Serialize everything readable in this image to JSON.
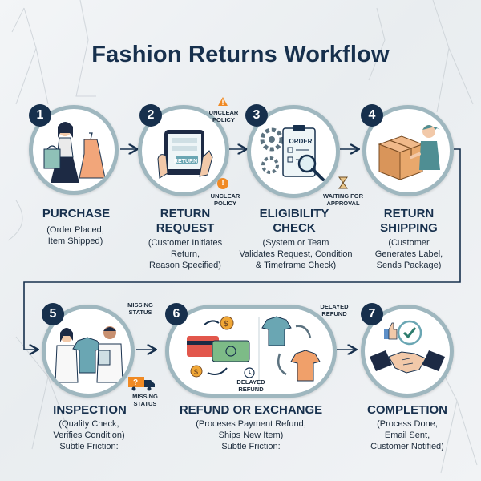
{
  "title": "Fashion Returns Workflow",
  "colors": {
    "navy": "#17304d",
    "ring": "#9fb7bf",
    "warning": "#f08a24",
    "check": "#2e7d6e"
  },
  "steps": [
    {
      "number": "1",
      "heading": "PURCHASE",
      "description": "(Order Placed,\nItem Shipped)"
    },
    {
      "number": "2",
      "heading": "RETURN\nREQUEST",
      "description": "(Customer Initiates\nReturn,\nReason Specified)",
      "screen_label": "RETURN",
      "notes": [
        "UNCLEAR\nPOLICY",
        "UNCLEAR\nPOLICY"
      ]
    },
    {
      "number": "3",
      "heading": "ELIGIBILITY\nCHECK",
      "description": "(System or Team\nValidates Request, Condition\n& Timeframe Check)",
      "clipboard_label": "ORDER",
      "notes": [
        "WAITING FOR\nAPPROVAL"
      ]
    },
    {
      "number": "4",
      "heading": "RETURN\nSHIPPING",
      "description": "(Customer\nGenerates Label,\nSends Package)"
    },
    {
      "number": "5",
      "heading": "INSPECTION",
      "description": "(Quality Check,\nVerifies Condition)\nSubtle Friction:",
      "notes": [
        "MISSING\nSTATUS",
        "MISSING\nSTATUS"
      ]
    },
    {
      "number": "6",
      "heading": "REFUND OR EXCHANGE",
      "description": "(Proceses Payment Refund,\nShips New Item)\nSubtle Friction:",
      "notes": [
        "DELAYED\nREFUND",
        "DELAYED\nREFUND"
      ]
    },
    {
      "number": "7",
      "heading": "COMPLETION",
      "description": "(Process Done,\nEmail Sent,\nCustomer Notified)"
    }
  ],
  "icons": {
    "step1": "shopper-with-bags-icon",
    "step2": "tablet-return-icon",
    "step3": "order-clipboard-gears-icon",
    "step4": "delivery-box-icon",
    "step5": "inspectors-with-shirt-icon",
    "step6": "refund-exchange-icon",
    "step7": "handshake-check-icon"
  }
}
